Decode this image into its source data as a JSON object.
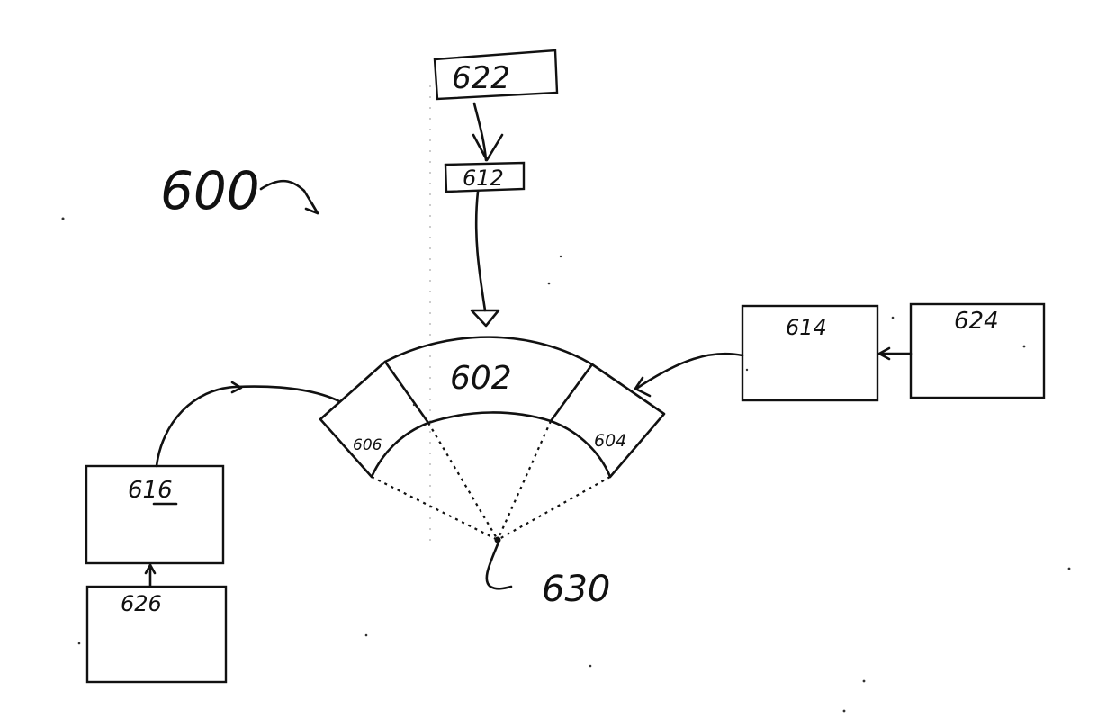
{
  "figure": {
    "label": "600",
    "center_label": "630"
  },
  "blocks": {
    "b622": "622",
    "b612": "612",
    "b614": "614",
    "b624": "624",
    "b616": "616",
    "b626": "626"
  },
  "sector": {
    "main": "602",
    "left": "606",
    "right": "604"
  },
  "colors": {
    "ink": "#111111",
    "paper": "#ffffff"
  }
}
